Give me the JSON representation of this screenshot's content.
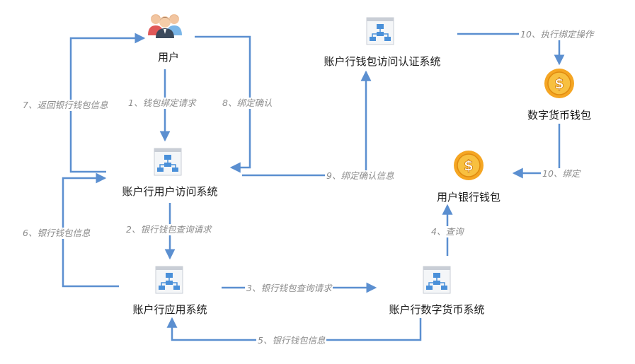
{
  "nodes": {
    "user": "用户",
    "access_system": "账户行用户访问系统",
    "app_system": "账户行应用系统",
    "auth_system": "账户行钱包访问认证系统",
    "digital_currency_system": "账户行数字货币系统",
    "digital_wallet": "数字货币钱包",
    "bank_wallet": "用户银行钱包"
  },
  "edges": {
    "e1": "1、钱包绑定请求",
    "e2": "2、银行钱包查询请求",
    "e3": "3、银行钱包查询请求",
    "e4": "4、查询",
    "e5": "5、银行钱包信息",
    "e6": "6、银行钱包信息",
    "e7": "7、返回银行钱包信息",
    "e8": "8、绑定确认",
    "e9": "9、绑定确认信息",
    "e10a": "10、执行绑定操作",
    "e10b": "10、绑定"
  },
  "icons": {
    "user": "users-icon",
    "system": "sitemap-icon",
    "wallet": "dollar-coin-icon"
  },
  "colors": {
    "arrow": "#5b8fd0",
    "coin": "#f5a623",
    "icon_blue": "#4a90d9"
  }
}
